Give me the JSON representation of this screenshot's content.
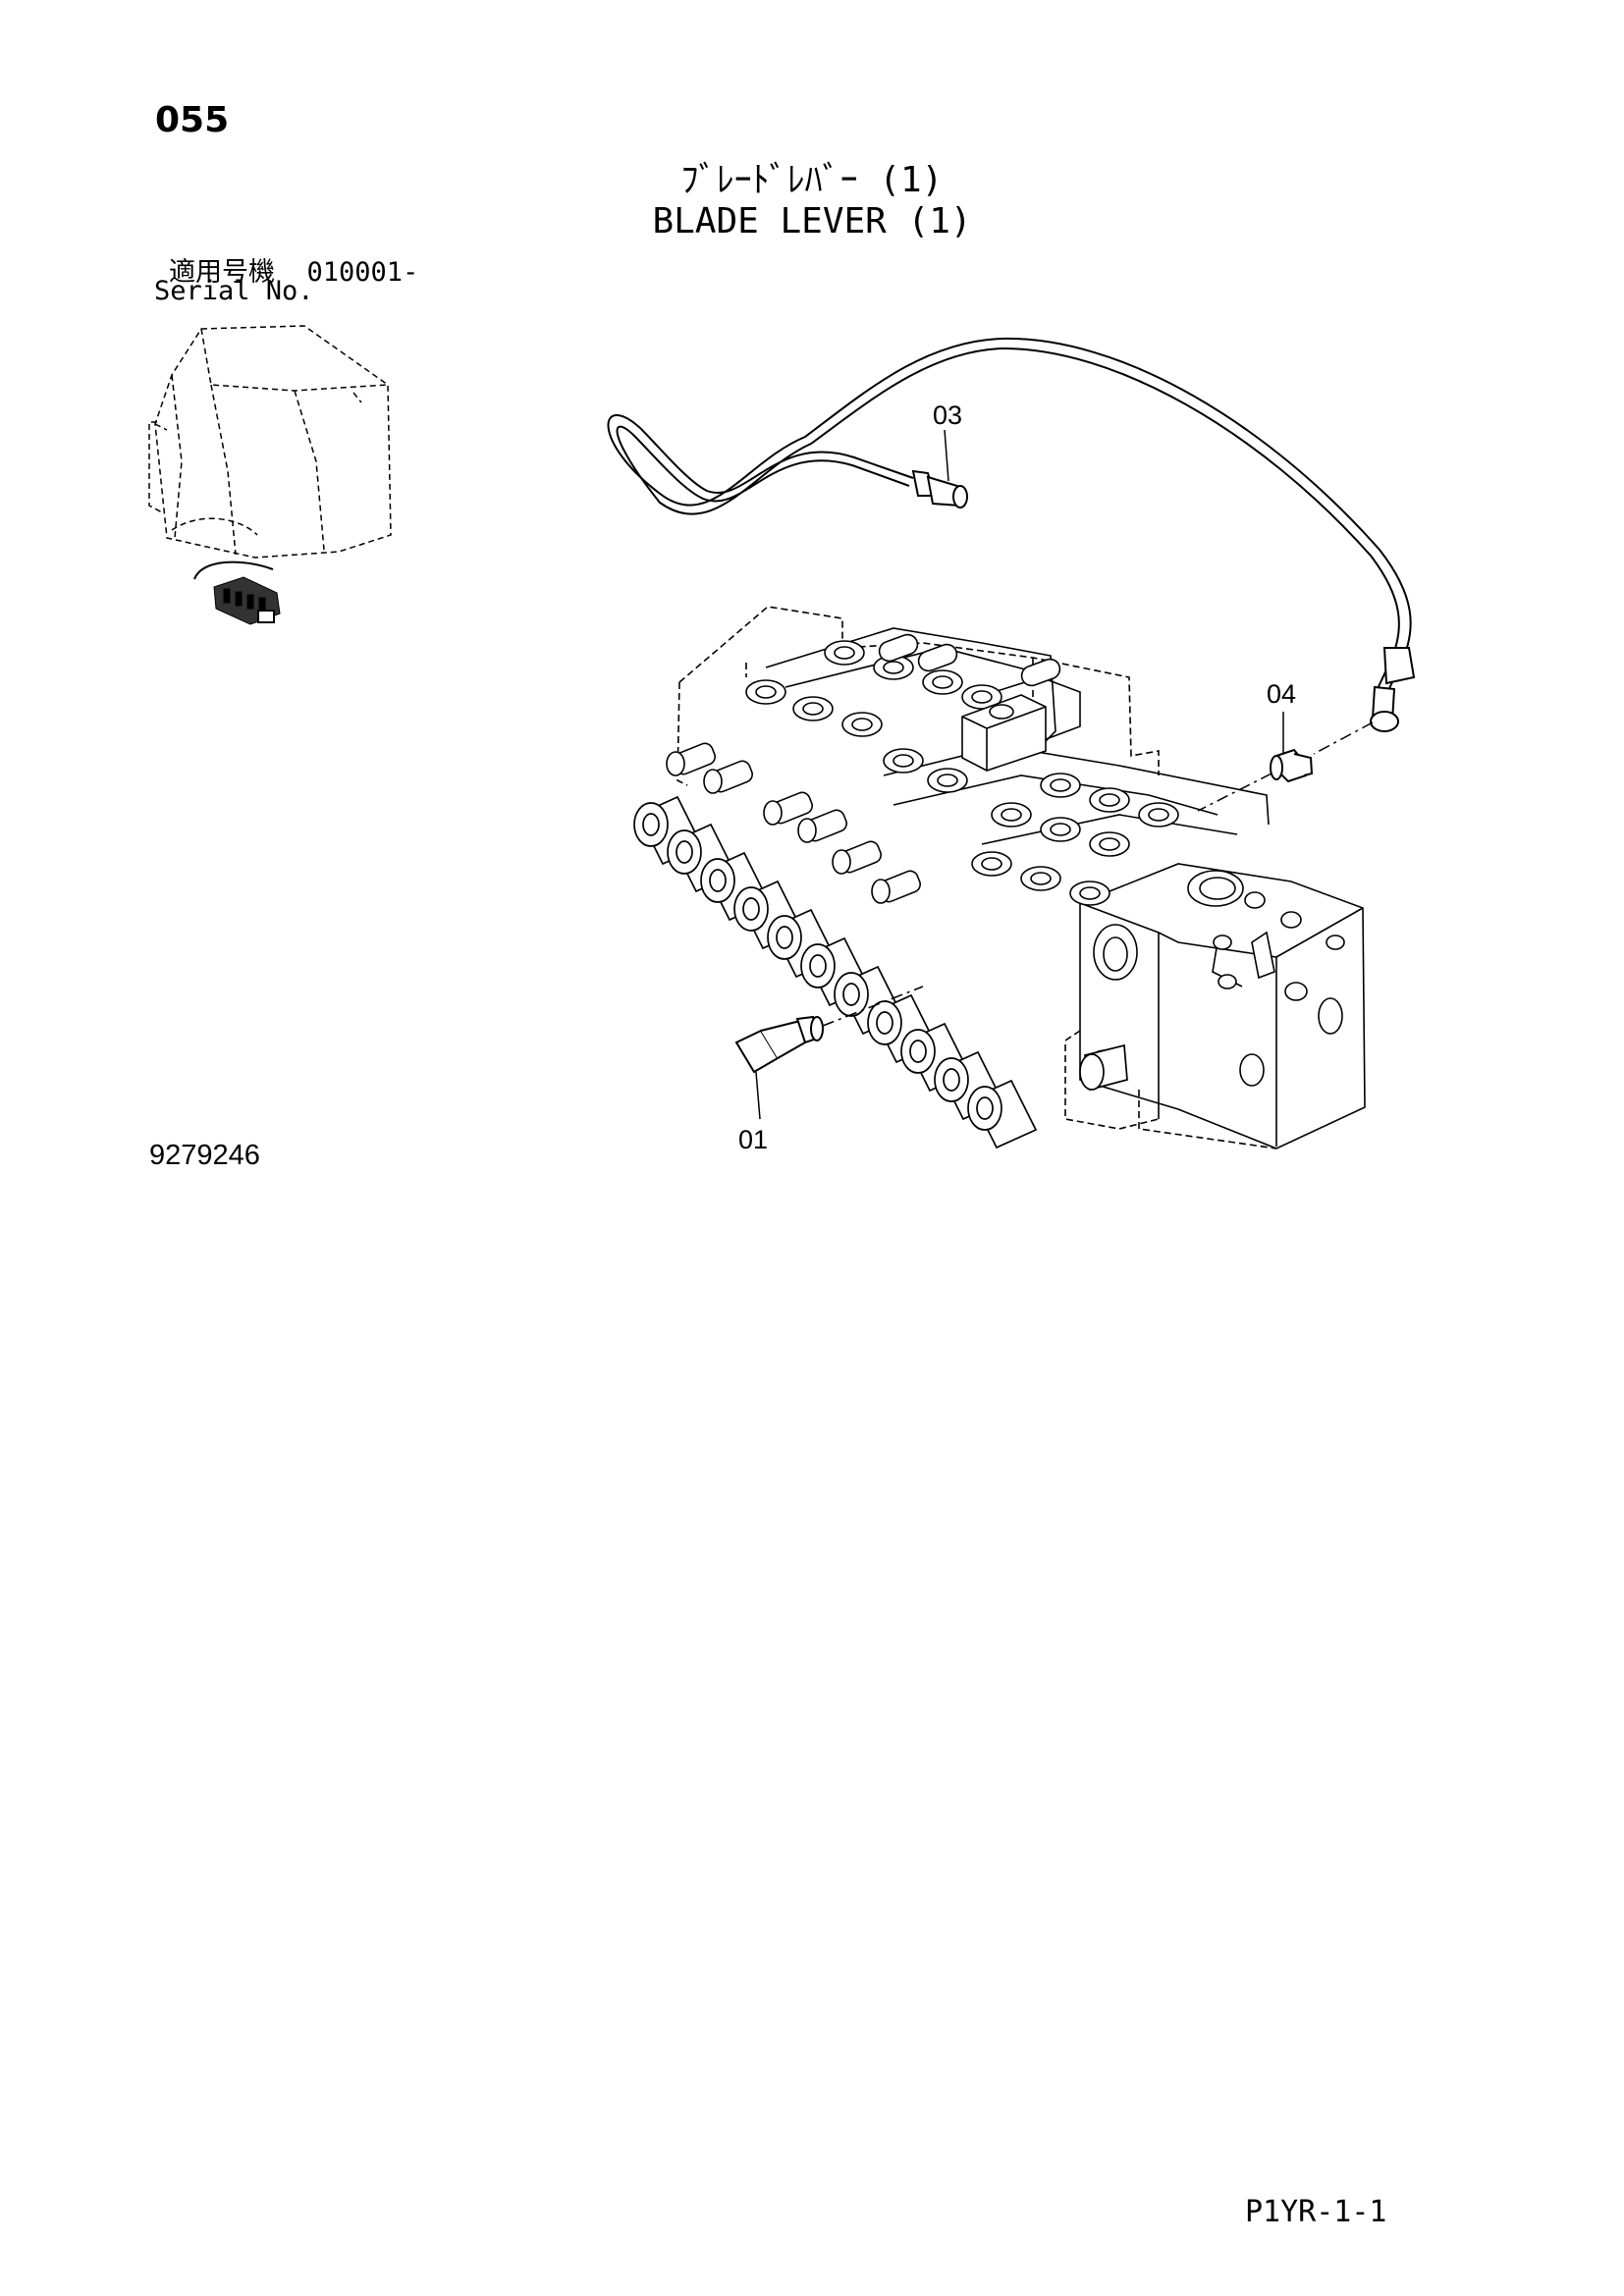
{
  "page": {
    "number": "055",
    "code": "P1YR-1-1",
    "doc_number": "9279246"
  },
  "title": {
    "japanese": "ﾌﾞﾚｰﾄﾞﾚﾊﾞｰ (1)",
    "english": "BLADE LEVER (1)"
  },
  "serial": {
    "japanese_label": "適用号機",
    "range": "010001-",
    "english_label": "Serial No."
  },
  "callouts": {
    "c01": "01",
    "c03": "03",
    "c04": "04"
  }
}
